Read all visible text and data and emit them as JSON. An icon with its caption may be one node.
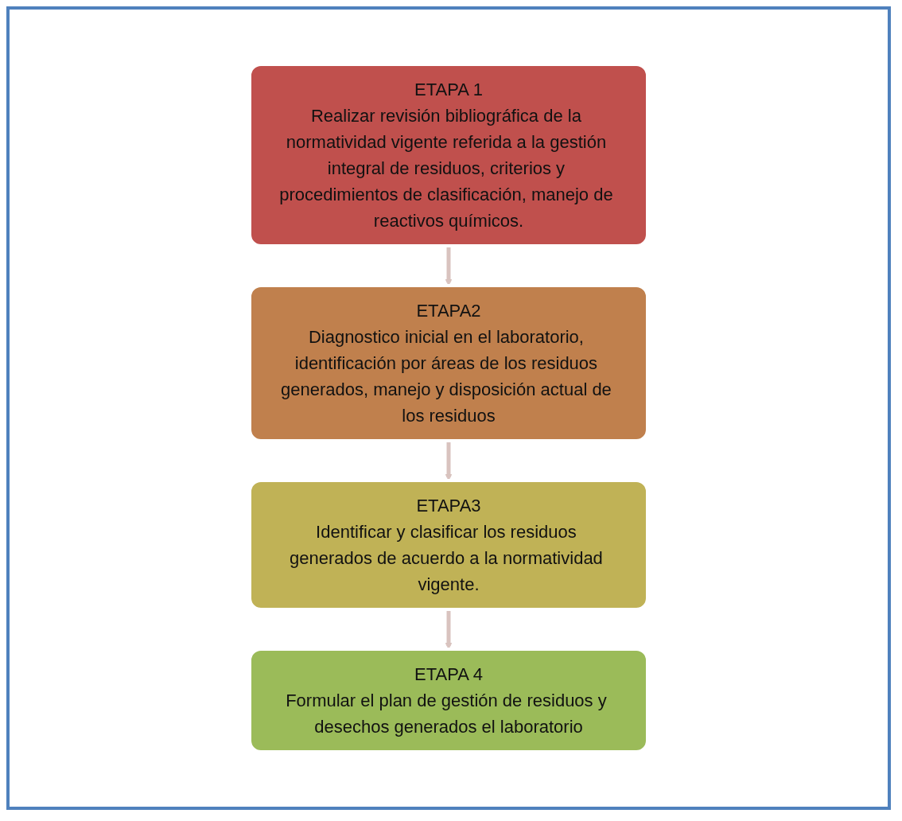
{
  "diagram": {
    "nodes": [
      {
        "text": [
          "ETAPA 1",
          "Realizar revisión bibliográfica de la normatividad vigente referida a la gestión integral de residuos, criterios y procedimientos de clasificación, manejo de reactivos químicos."
        ]
      },
      {
        "text": [
          "ETAPA2",
          "Diagnostico inicial en el laboratorio, identificación por áreas de los residuos generados, manejo y disposición actual de los residuos"
        ]
      },
      {
        "text": [
          "ETAPA3",
          "Identificar y clasificar los residuos generados de acuerdo a la normatividad vigente."
        ]
      },
      {
        "text": [
          "ETAPA 4",
          "Formular el plan de gestión de residuos y desechos generados el laboratorio"
        ]
      }
    ],
    "edges": [
      {
        "from": 0,
        "to": 1,
        "arrow": "to"
      },
      {
        "from": 1,
        "to": 2,
        "arrow": "to"
      },
      {
        "from": 2,
        "to": 3,
        "arrow": "to"
      }
    ]
  }
}
